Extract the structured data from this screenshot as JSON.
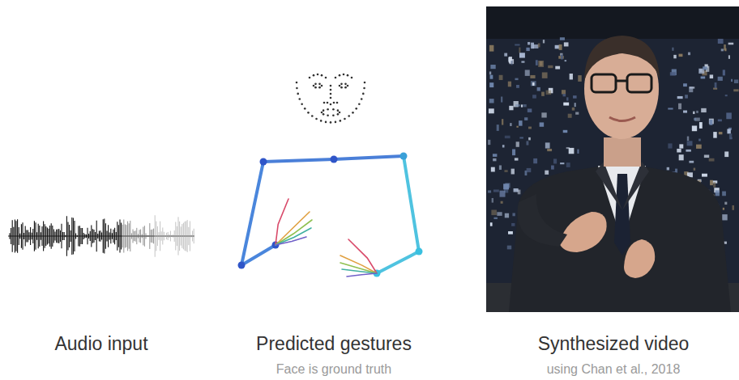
{
  "diagram": {
    "labels": [
      "Audio input",
      "Predicted gestures",
      "Face is ground truth",
      "Synthesized video",
      "using Chan et al., 2018"
    ]
  }
}
